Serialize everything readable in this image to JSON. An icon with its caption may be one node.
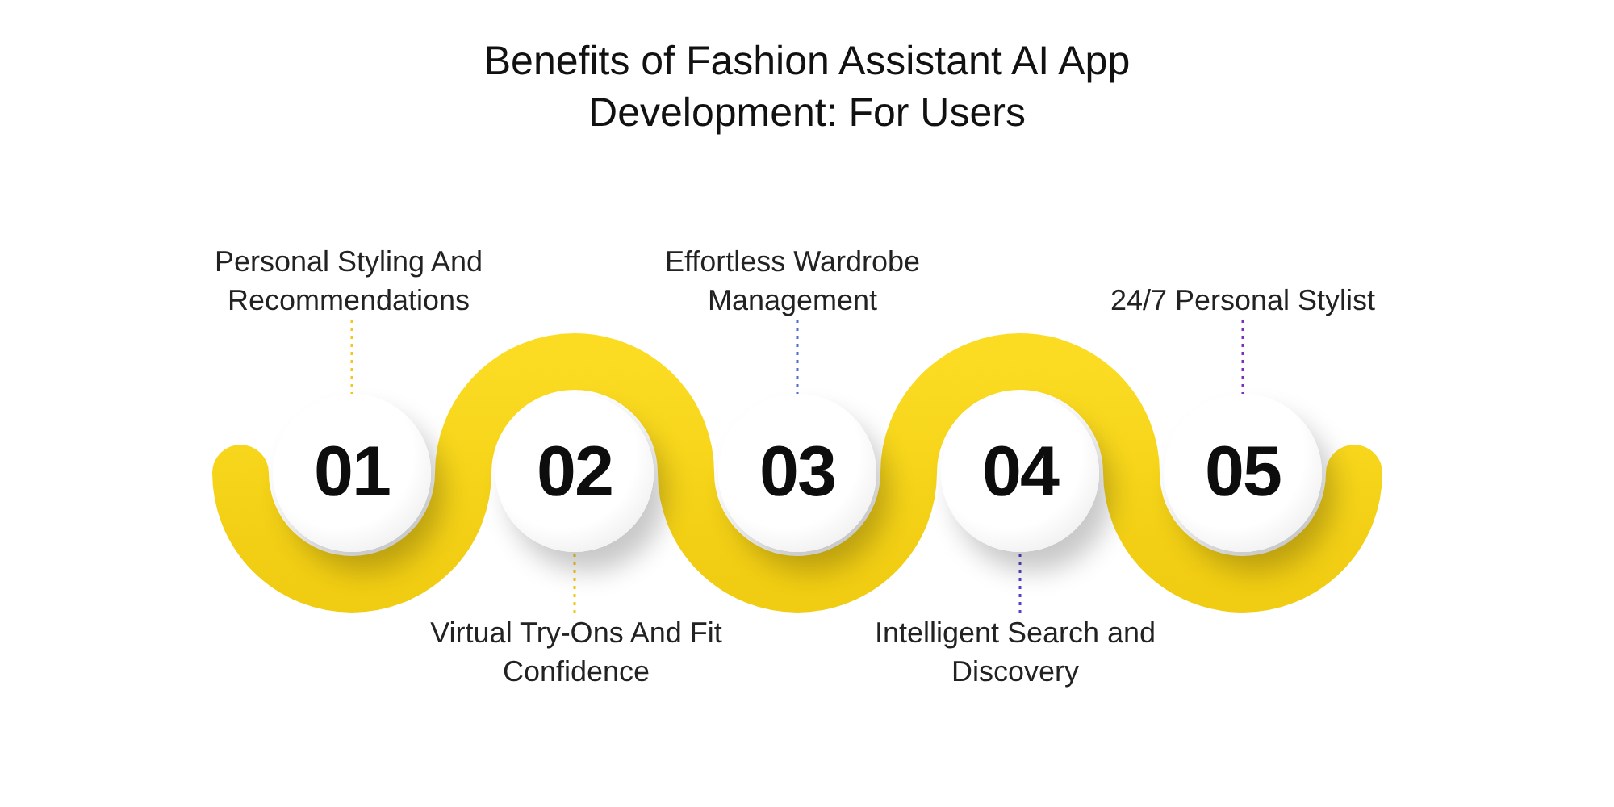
{
  "diagram": {
    "title": "Benefits of Fashion Assistant AI App Development: For Users",
    "nodes": [
      {
        "text": [
          "Personal Styling And Recommendations"
        ]
      },
      {
        "text": [
          "01"
        ]
      },
      {
        "text": [
          "Virtual Try-Ons And Fit Confidence"
        ]
      },
      {
        "text": [
          "02"
        ]
      },
      {
        "text": [
          "Effortless Wardrobe Management"
        ]
      },
      {
        "text": [
          "03"
        ]
      },
      {
        "text": [
          "Intelligent Search and Discovery"
        ]
      },
      {
        "text": [
          "04"
        ]
      },
      {
        "text": [
          "24/7 Personal Stylist"
        ]
      },
      {
        "text": [
          "05"
        ]
      }
    ],
    "edges": [
      {
        "from": 0,
        "to": 1,
        "arrow": "none",
        "style": "dashed",
        "color": "#f2c81a"
      },
      {
        "from": 2,
        "to": 3,
        "arrow": "none",
        "style": "dashed",
        "color": "#f2c81a"
      },
      {
        "from": 4,
        "to": 5,
        "arrow": "none",
        "style": "dashed",
        "color": "#4f6bd6"
      },
      {
        "from": 6,
        "to": 7,
        "arrow": "none",
        "style": "dashed",
        "color": "#5a3fc8"
      },
      {
        "from": 8,
        "to": 9,
        "arrow": "none",
        "style": "dashed",
        "color": "#7a2fc0"
      }
    ]
  }
}
